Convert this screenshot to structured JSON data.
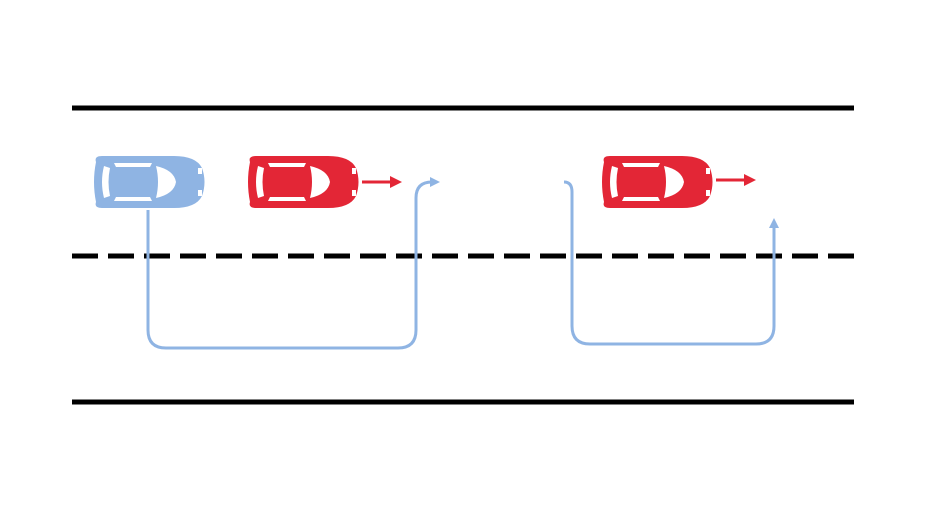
{
  "colors": {
    "background": "#ffffff",
    "road_line": "#000000",
    "blue_car": "#8fb4e3",
    "blue_car_window": "#ffffff",
    "red_car": "#e32636",
    "red_car_window": "#ffffff",
    "red_arrow": "#e32636",
    "path": "#8fb4e3"
  },
  "road": {
    "edge_lines": [
      "top-edge",
      "bottom-edge"
    ],
    "center_line_style": "dashed"
  },
  "vehicles": [
    {
      "name": "blue-car",
      "color_key": "blue_car",
      "heading": "right"
    },
    {
      "name": "red-car-1",
      "color_key": "red_car",
      "heading": "right",
      "motion_arrow": true
    },
    {
      "name": "red-car-2",
      "color_key": "red_car",
      "heading": "right",
      "motion_arrow": true
    }
  ],
  "paths": [
    {
      "name": "overtake-path-1",
      "description_visible": false
    },
    {
      "name": "overtake-path-2",
      "description_visible": false
    }
  ]
}
